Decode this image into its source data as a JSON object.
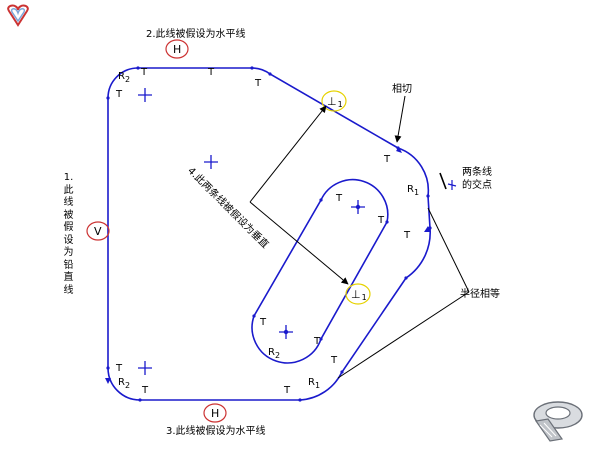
{
  "annotations": {
    "top_horizontal": "2.此线被假设为水平线",
    "bottom_horizontal": "3.此线被假设为水平线",
    "left_vertical": "1.此线被假设为铅直线",
    "perpendicular": "4.此两条线被假设为垂直",
    "tangent": "相切",
    "intersection": "两条线的交点",
    "equal_radius": "半径相等"
  },
  "constraint_symbols": {
    "horizontal": "H",
    "vertical": "V",
    "tangent": "T",
    "perpendicular": "⊥",
    "radius": "R",
    "sub_1": "1",
    "sub_2": "2"
  },
  "colors": {
    "profile": "#1a1acc",
    "highlight_red": "#cc3333",
    "highlight_yellow": "#e6d200",
    "leader": "#000000"
  },
  "icons": [
    "logo-icon",
    "sketch-tool-icon"
  ]
}
